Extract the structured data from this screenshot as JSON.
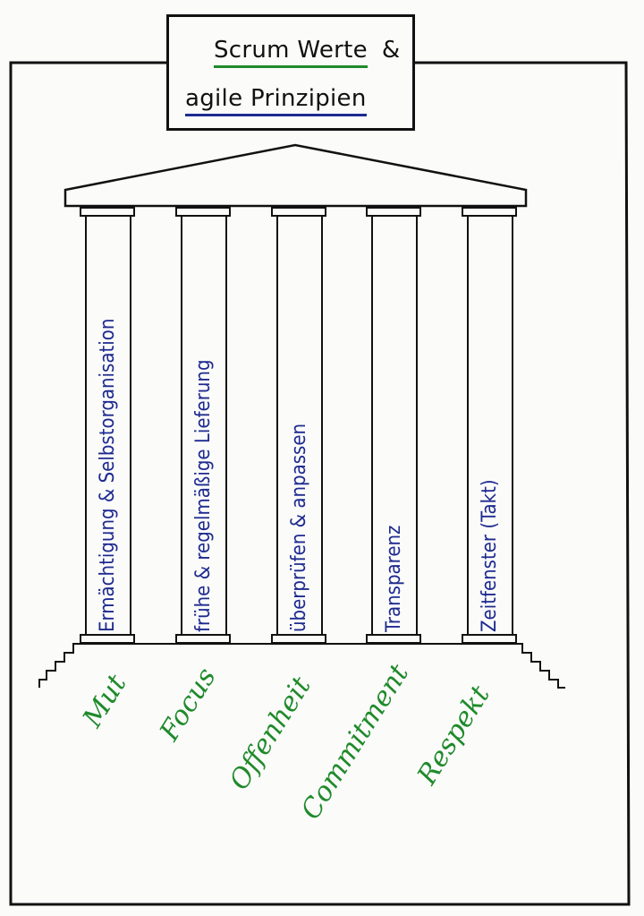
{
  "title": {
    "line1_underlined": "Scrum Werte",
    "line1_amp": "&",
    "line2": "agile Prinzipien"
  },
  "principles": [
    "Ermächtigung & Selbstorganisation",
    "frühe & regelmäßige Lieferung",
    "überprüfen & anpassen",
    "Transparenz",
    "Zeitfenster (Takt)"
  ],
  "values": [
    "Mut",
    "Focus",
    "Offenheit",
    "Commitment",
    "Respekt"
  ],
  "colors": {
    "principles": "#1e2b8f",
    "values": "#1f8a2a",
    "lines": "#111111"
  }
}
